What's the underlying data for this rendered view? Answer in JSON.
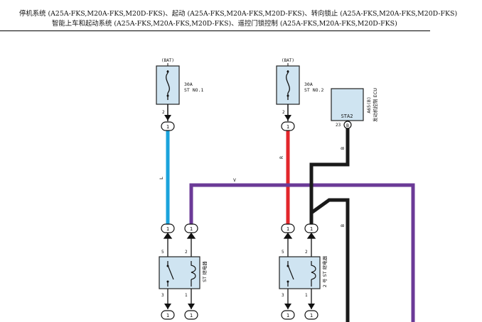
{
  "header": {
    "line1": "停机系统 (A25A-FKS,M20A-FKS,M20D-FKS)、起动 (A25A-FKS,M20A-FKS,M20D-FKS)、转向锁止 (A25A-FKS,M20A-FKS,M20D-FKS)",
    "line2": "智能上车和起动系统 (A25A-FKS,M20A-FKS,M20D-FKS)、遥控门锁控制 (A25A-FKS,M20A-FKS,M20D-FKS)"
  },
  "colors": {
    "wire_L": "#1aa3dc",
    "wire_R": "#e3262b",
    "wire_V": "#6b3a97",
    "wire_B": "#1a1a1a",
    "component_fill": "#cfe4f1",
    "fill_color_code": "#1aa3dc"
  },
  "fuses": [
    {
      "source": "(BAT)",
      "rating": "30A",
      "name": "ST NO.1",
      "pin": "2",
      "conn": "1"
    },
    {
      "source": "(BAT)",
      "rating": "30A",
      "name": "ST NO.2",
      "pin": "2",
      "conn": "1"
    }
  ],
  "ecu": {
    "label": "STA2",
    "pin": "23",
    "conn": "B",
    "name_code": "A65(B)",
    "name": "发动机控制 ECU"
  },
  "wires": {
    "L": "L",
    "R": "R",
    "V": "V",
    "B_upper": "B",
    "B_lower": "B"
  },
  "connectors": {
    "row1": [
      "1",
      "1",
      "1",
      "1"
    ],
    "row2": [
      "1",
      "1",
      "1",
      "1"
    ]
  },
  "relays": [
    {
      "name": "ST 继电器",
      "pins": {
        "top_left": "5",
        "top_right": "2",
        "bottom_left": "3",
        "bottom_right": "1"
      }
    },
    {
      "name": "2 号 ST 继电器",
      "pins": {
        "top_left": "5",
        "top_right": "2",
        "bottom_left": "3",
        "bottom_right": "1"
      }
    }
  ]
}
